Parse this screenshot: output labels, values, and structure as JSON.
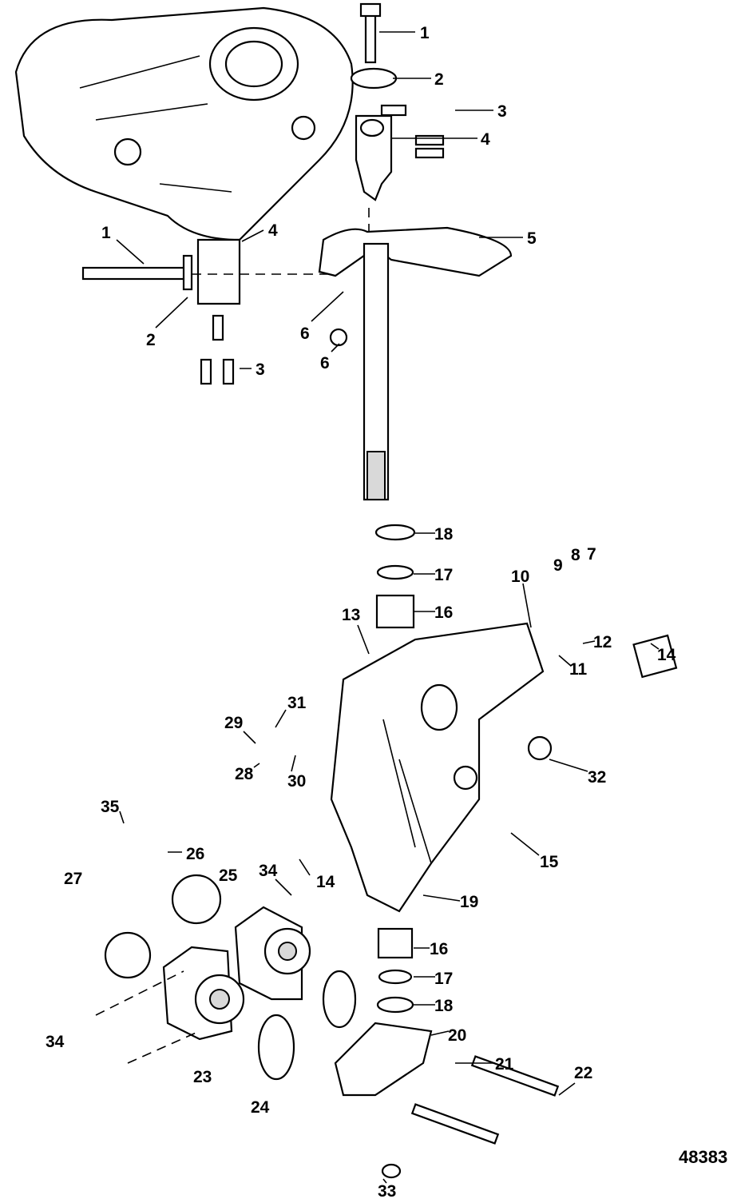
{
  "callouts": [
    "1",
    "2",
    "3",
    "4",
    "5",
    "1",
    "4",
    "2",
    "6",
    "6",
    "3",
    "18",
    "17",
    "16",
    "13",
    "10",
    "9",
    "8",
    "7",
    "12",
    "11",
    "14",
    "31",
    "29",
    "30",
    "28",
    "32",
    "35",
    "26",
    "15",
    "34",
    "14",
    "27",
    "25",
    "19",
    "16",
    "17",
    "18",
    "20",
    "21",
    "22",
    "34",
    "23",
    "24",
    "33"
  ],
  "figure_number": "48383"
}
